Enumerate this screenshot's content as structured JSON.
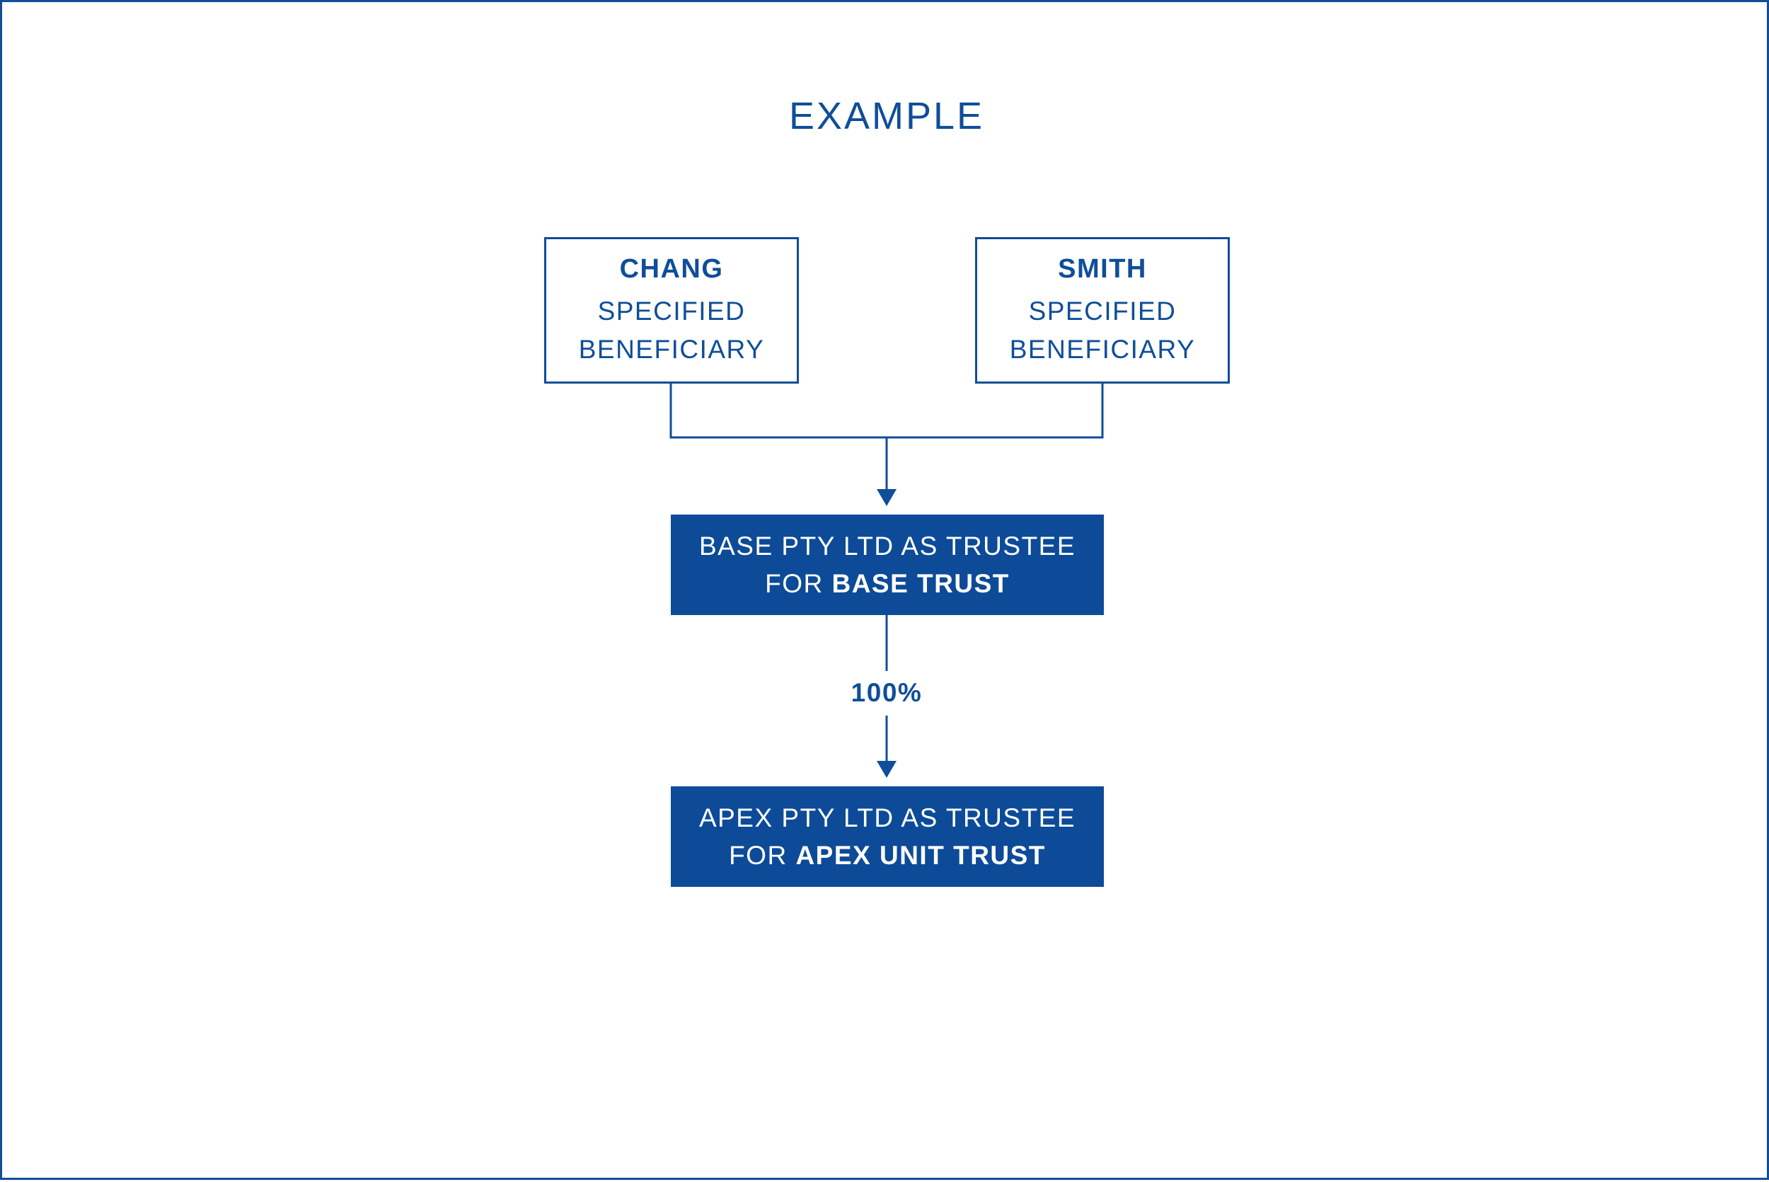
{
  "title": "EXAMPLE",
  "beneficiaries": [
    {
      "name": "CHANG",
      "role_line1": "SPECIFIED",
      "role_line2": "BENEFICIARY"
    },
    {
      "name": "SMITH",
      "role_line1": "SPECIFIED",
      "role_line2": "BENEFICIARY"
    }
  ],
  "base_trust": {
    "line1": "BASE PTY LTD AS TRUSTEE",
    "line2_prefix": "FOR",
    "line2_bold": "BASE TRUST"
  },
  "ownership_percent": "100%",
  "apex_trust": {
    "line1": "APEX PTY LTD AS TRUSTEE",
    "line2_prefix": "FOR",
    "line2_bold": "APEX UNIT TRUST"
  },
  "colors": {
    "primary": "#0f4e99",
    "filled_box": "#0d4b98",
    "background": "#ffffff"
  }
}
